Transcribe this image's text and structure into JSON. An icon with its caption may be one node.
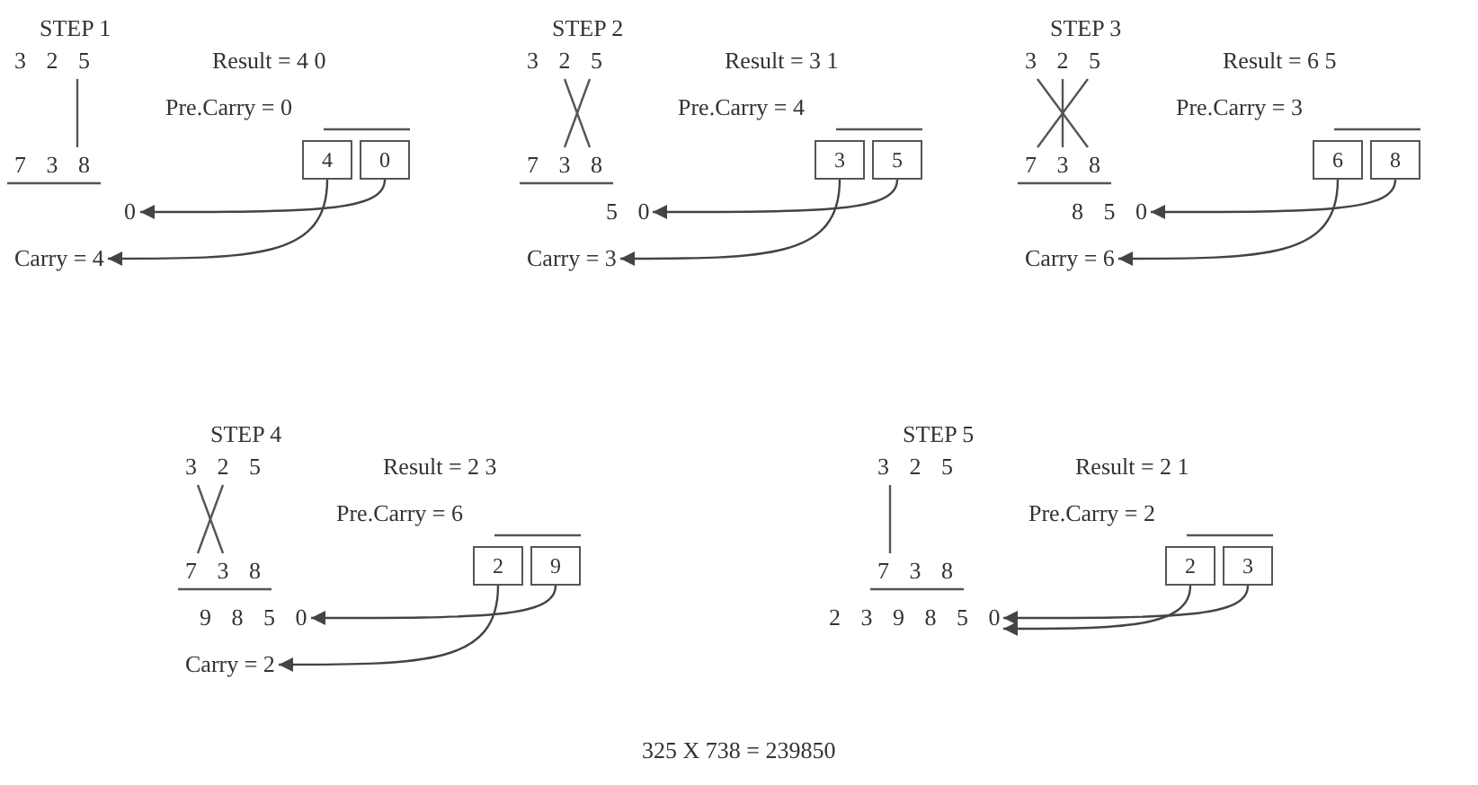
{
  "diagram": {
    "caption": "325 X 738 = 239850",
    "nodes": [
      {
        "text": [
          "4"
        ]
      },
      {
        "text": [
          "0"
        ]
      },
      {
        "text": [
          "0"
        ]
      },
      {
        "text": [
          "Carry = 4"
        ]
      },
      {
        "text": [
          "3"
        ]
      },
      {
        "text": [
          "5"
        ]
      },
      {
        "text": [
          "5 0"
        ]
      },
      {
        "text": [
          "Carry = 3"
        ]
      },
      {
        "text": [
          "6"
        ]
      },
      {
        "text": [
          "8"
        ]
      },
      {
        "text": [
          "8 5 0"
        ]
      },
      {
        "text": [
          "Carry = 6"
        ]
      },
      {
        "text": [
          "2"
        ]
      },
      {
        "text": [
          "9"
        ]
      },
      {
        "text": [
          "9 8 5 0"
        ]
      },
      {
        "text": [
          "Carry = 2"
        ]
      },
      {
        "text": [
          "2"
        ]
      },
      {
        "text": [
          "3"
        ]
      },
      {
        "text": [
          "2 3 9 8 5 0"
        ]
      }
    ],
    "edges": [
      {
        "from": 1,
        "to": 2,
        "arrow": "to"
      },
      {
        "from": 0,
        "to": 3,
        "arrow": "to"
      },
      {
        "from": 5,
        "to": 6,
        "arrow": "to"
      },
      {
        "from": 4,
        "to": 7,
        "arrow": "to"
      },
      {
        "from": 9,
        "to": 10,
        "arrow": "to"
      },
      {
        "from": 8,
        "to": 11,
        "arrow": "to"
      },
      {
        "from": 13,
        "to": 14,
        "arrow": "to"
      },
      {
        "from": 12,
        "to": 15,
        "arrow": "to"
      },
      {
        "from": 17,
        "to": 18,
        "arrow": "to"
      },
      {
        "from": 16,
        "to": 18,
        "arrow": "to"
      }
    ],
    "labels": [
      "STEP 1",
      "3 2 5",
      "Result = 4 0",
      "Pre.Carry = 0",
      "7 3 8",
      "STEP 2",
      "3 2 5",
      "Result = 3 1",
      "Pre.Carry = 4",
      "7 3 8",
      "STEP 3",
      "3 2 5",
      "Result = 6 5",
      "Pre.Carry = 3",
      "7 3 8",
      "STEP 4",
      "3 2 5",
      "Result = 2 3",
      "Pre.Carry = 6",
      "7 3 8",
      "STEP 5",
      "3 2 5",
      "Result = 2 1",
      "Pre.Carry = 2",
      "7 3 8"
    ]
  }
}
